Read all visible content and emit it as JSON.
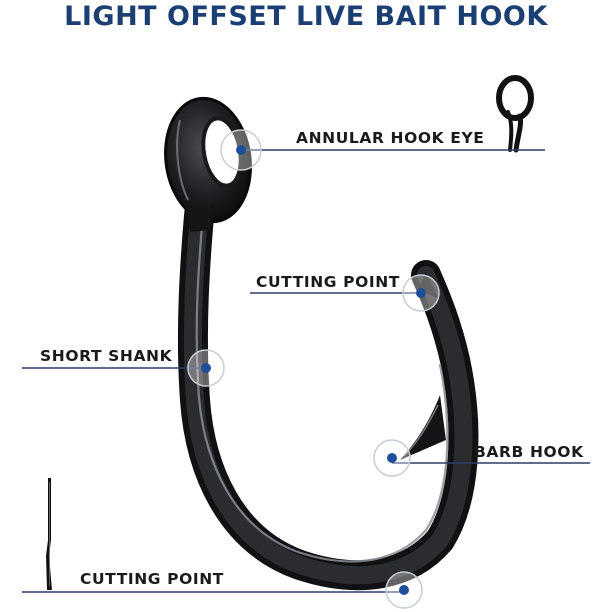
{
  "title": "LIGHT OFFSET LIVE BAIT HOOK",
  "colors": {
    "title": "#1c3f73",
    "label_text": "#1a1a1a",
    "leader_line": "#2a3f66",
    "marker_dot": "#1d4f9c",
    "marker_ring": "#c7ccd3",
    "hook_body": "#1b1b1d",
    "hook_highlight": "#8a8e95"
  },
  "callouts": [
    {
      "id": "annular-hook-eye",
      "label": "ANNULAR HOOK EYE"
    },
    {
      "id": "cutting-point-tip",
      "label": "CUTTING POINT"
    },
    {
      "id": "short-shank",
      "label": "SHORT SHANK"
    },
    {
      "id": "barb-hook",
      "label": "BARB HOOK"
    },
    {
      "id": "cutting-point-bottom",
      "label": "CUTTING POINT"
    }
  ],
  "icons": {
    "main": "fish-hook-icon",
    "inset_top": "hook-eye-side-view-icon",
    "inset_bottom": "hook-point-profile-icon"
  }
}
